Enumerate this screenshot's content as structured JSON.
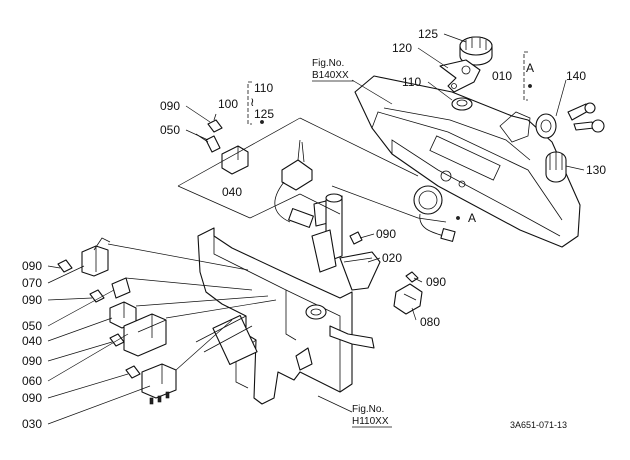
{
  "callouts": {
    "p125_top": "125",
    "p120": "120",
    "p110_right": "110",
    "p010": "010",
    "p140": "140",
    "p130": "130",
    "p090_a": "090",
    "p050_a": "050",
    "p040_a": "040",
    "p100": "100",
    "p110_bracket": "110",
    "p125_bracket": "125",
    "p090_b": "090",
    "p020": "020",
    "p090_c": "090",
    "p080": "080",
    "p090_d": "090",
    "p070": "070",
    "p090_e": "090",
    "p050_b": "050",
    "p040_b": "040",
    "p090_f": "090",
    "p060": "060",
    "p090_g": "090",
    "p030": "030"
  },
  "refs": {
    "ref_a_upper": "A",
    "ref_a_lower": "A",
    "fig_top_line1": "Fig.No.",
    "fig_top_line2": "B140XX",
    "fig_bottom_line1": "Fig.No.",
    "fig_bottom_line2": "H110XX",
    "bracket_tilde": "≀"
  },
  "drawing_number": "3A651-071-13"
}
